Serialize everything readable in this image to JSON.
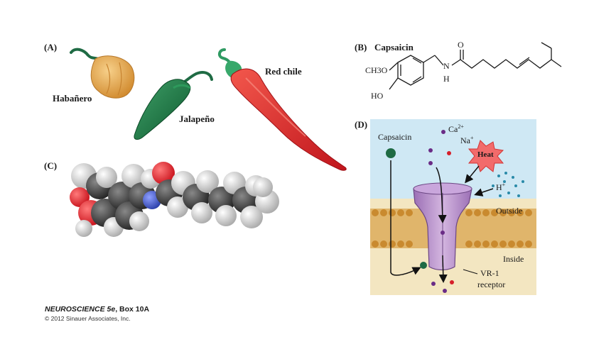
{
  "panels": {
    "a": {
      "label": "(A)",
      "peppers": [
        "Habañero",
        "Jalapeño",
        "Red chile"
      ]
    },
    "b": {
      "label": "(B)",
      "title": "Capsaicin",
      "groups": {
        "methoxy": "CH3O",
        "hydroxyl": "HO",
        "oxygen": "O",
        "nitrogen": "N",
        "hydrogen": "H"
      }
    },
    "c": {
      "label": "(C)"
    },
    "d": {
      "label": "(D)",
      "capsaicin": "Capsaicin",
      "calcium": "Ca",
      "calcium_charge": "2+",
      "sodium": "Na",
      "sodium_charge": "+",
      "heat": "Heat",
      "proton": "H",
      "proton_charge": "+",
      "outside": "Outside",
      "inside": "Inside",
      "receptor_line1": "VR-1",
      "receptor_line2": "receptor"
    }
  },
  "credit": {
    "book": "NEUROSCIENCE 5e",
    "box": "Box 10A",
    "copyright": "© 2012 Sinauer Associates, Inc."
  },
  "colors": {
    "habanero": "#e7a448",
    "jalapeno": "#1f7a45",
    "chile": "#dc2a24",
    "stem": "#3aa76d",
    "receptor": "#b48bc8",
    "membrane": "#d69a3e",
    "outside_bg": "#cfe8f4",
    "inside_bg": "#f3e6c1"
  }
}
